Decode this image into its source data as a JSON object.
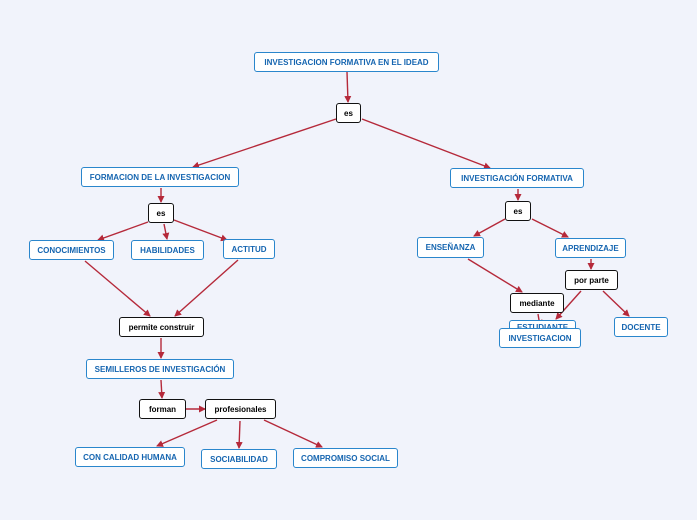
{
  "colors": {
    "background": "#f1f3fb",
    "concept_border": "#2a86cc",
    "concept_text": "#1565b0",
    "linker_border": "#111111",
    "arrow": "#b5293a"
  },
  "nodes": {
    "root": "INVESTIGACION FORMATIVA EN EL IDEAD",
    "es_top": "es",
    "formacion": "FORMACION DE LA INVESTIGACION",
    "inv_formativa": "INVESTIGACIÓN  FORMATIVA",
    "es_left": "es",
    "es_right": "es",
    "conocimientos": "CONOCIMIENTOS",
    "habilidades": "HABILIDADES",
    "actitud": "ACTITUD",
    "ensenanza": "ENSEÑANZA",
    "aprendizaje": "APRENDIZAJE",
    "por_parte": "por parte",
    "mediante": "mediante",
    "estudiante": "ESTUDIANTE",
    "investigacion": "INVESTIGACION",
    "docente": "DOCENTE",
    "permite": "permite construir",
    "semilleros": "SEMILLEROS DE INVESTIGACIÓN",
    "forman": "forman",
    "profesionales": "profesionales",
    "calidad": "CON CALIDAD HUMANA",
    "sociabilidad": "SOCIABILIDAD",
    "compromiso": "COMPROMISO SOCIAL"
  }
}
